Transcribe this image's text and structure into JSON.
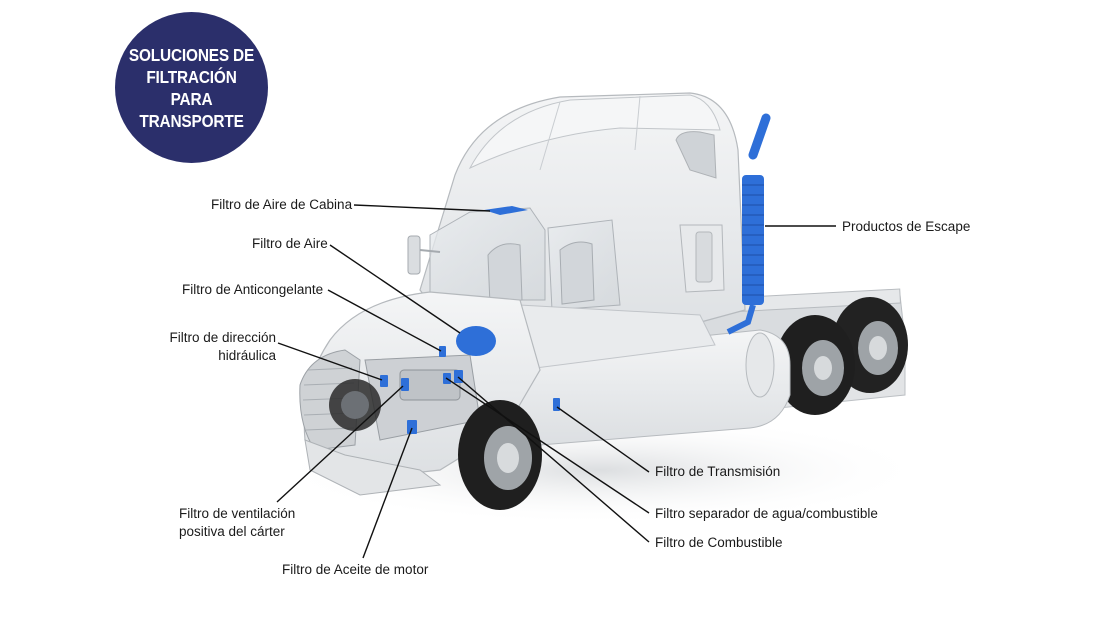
{
  "badge": {
    "line1": "SOLUCIONES DE",
    "line2": "FILTRACIÓN PARA",
    "line3": "TRANSPORTE"
  },
  "labels": {
    "cabin_air_filter": "Filtro de Aire de Cabina",
    "air_filter": "Filtro de Aire",
    "coolant_filter": "Filtro de Anticongelante",
    "power_steering_filter_1": "Filtro de dirección",
    "power_steering_filter_2": "hidráulica",
    "crankcase_filter_1": "Filtro de ventilación",
    "crankcase_filter_2": "positiva del cárter",
    "engine_oil_filter": "Filtro de Aceite de motor",
    "exhaust_products": "Productos de Escape",
    "transmission_filter": "Filtro de Transmisión",
    "fuel_water_separator": "Filtro separador de agua/combustible",
    "fuel_filter": "Filtro de Combustible"
  },
  "colors": {
    "badge": "#2b2f6b",
    "filter_blue": "#2e6fd8",
    "truck_body": "#eceef0",
    "tire": "#1f1f1f",
    "leader_line": "#111111"
  }
}
